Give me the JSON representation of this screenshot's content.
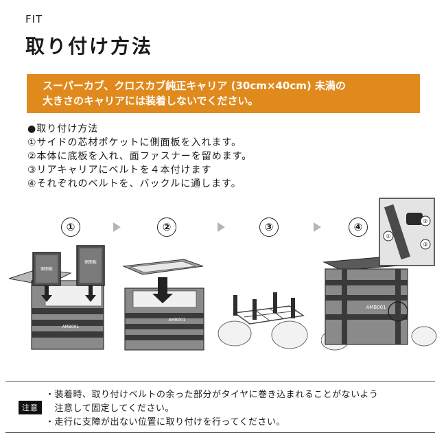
{
  "header": {
    "section_label": "FIT",
    "title": "取り付け方法"
  },
  "warning": {
    "line1": "スーパーカブ、クロスカブ純正キャリア (30cm×40cm) 未満の",
    "line2": "大きさのキャリアには装着しないでください。"
  },
  "instructions": {
    "heading": "●取り付け方法",
    "steps": [
      "①サイドの芯材ポケットに側面板を入れます。",
      "②本体に底板を入れ、面ファスナーを留めます。",
      "③リアキャリアにベルトを４本付けます",
      "④それぞれのベルトを、バックルに通します。"
    ]
  },
  "steps_figure": {
    "numbers": [
      "①",
      "②",
      "③",
      "④"
    ],
    "panel_label": "側面板",
    "brand_label": "AMB001",
    "inset_numbers": [
      "①",
      "②",
      "③"
    ]
  },
  "notice": {
    "tag": "注意",
    "lines": [
      "・装着時、取り付けベルトの余った部分がタイヤに巻き込まれることがないよう",
      "　注意して固定してください。",
      "・走行に支障が出ない位置に取り付けを行ってください。"
    ]
  },
  "colors": {
    "accent": "#e08a1e",
    "bag_gray": "#8a8a8a",
    "belt_dark": "#3a3a3a"
  }
}
